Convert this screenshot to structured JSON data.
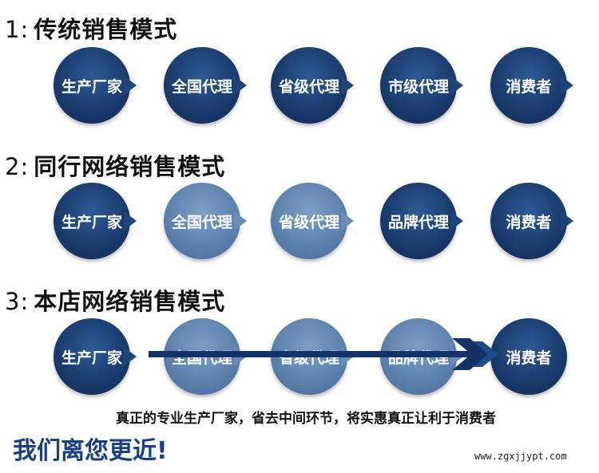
{
  "sections": [
    {
      "number": "1:",
      "title": "传统销售模式",
      "nodes": [
        "生产厂家",
        "全国代理",
        "省级代理",
        "市级代理",
        "消费者"
      ]
    },
    {
      "number": "2:",
      "title": "同行网络销售模式",
      "nodes": [
        "生产厂家",
        "全国代理",
        "省级代理",
        "品牌代理",
        "消费者"
      ]
    },
    {
      "number": "3:",
      "title": "本店网络销售模式",
      "nodes": [
        "生产厂家",
        "全国代理",
        "省级代理",
        "品牌代理",
        "消费者"
      ]
    }
  ],
  "tagline": "真正的专业生产厂家，省去中间环节，将实惠真正让利于消费者",
  "slogan": "我们离您更近!",
  "website": "www.zgxjjypt.com",
  "colors": {
    "dark_node": "#1a3c6e",
    "light_node": "#5d82ad",
    "arrow": "#143266",
    "slogan": "#1b3f86"
  }
}
